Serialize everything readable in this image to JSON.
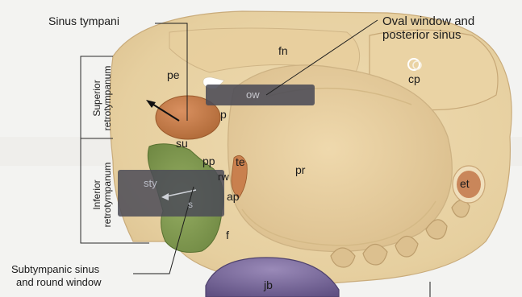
{
  "callouts": {
    "sinus_tympani": "Sinus tympani",
    "oval_window_line1": "Oval window and",
    "oval_window_line2": "posterior sinus",
    "subtympanic_line1": "Subtympanic sinus",
    "subtympanic_line2": "and round window"
  },
  "regions": {
    "superior_line1": "Superior",
    "superior_line2": "retrotympanum",
    "inferior_line1": "Inferior",
    "inferior_line2": "retrotympanum"
  },
  "structures": {
    "fn": "fn",
    "cp": "cp",
    "pe": "pe",
    "ow": "ow",
    "p": "p",
    "su": "su",
    "pp": "pp",
    "te": "te",
    "rw": "rw",
    "ap": "ap",
    "pr": "pr",
    "f": "f",
    "sty": "sty",
    "s": "s",
    "et": "et",
    "jb": "jb"
  },
  "colors": {
    "bone": "#e9d3a5",
    "bone_shadow": "#d5b98a",
    "sinus_orange": "#c67c48",
    "subtympanic_green": "#7f9a4e",
    "overlay_gray": "#4a4a55",
    "jugular_purple": "#7a6a98",
    "eustachian": "#c9865a"
  }
}
